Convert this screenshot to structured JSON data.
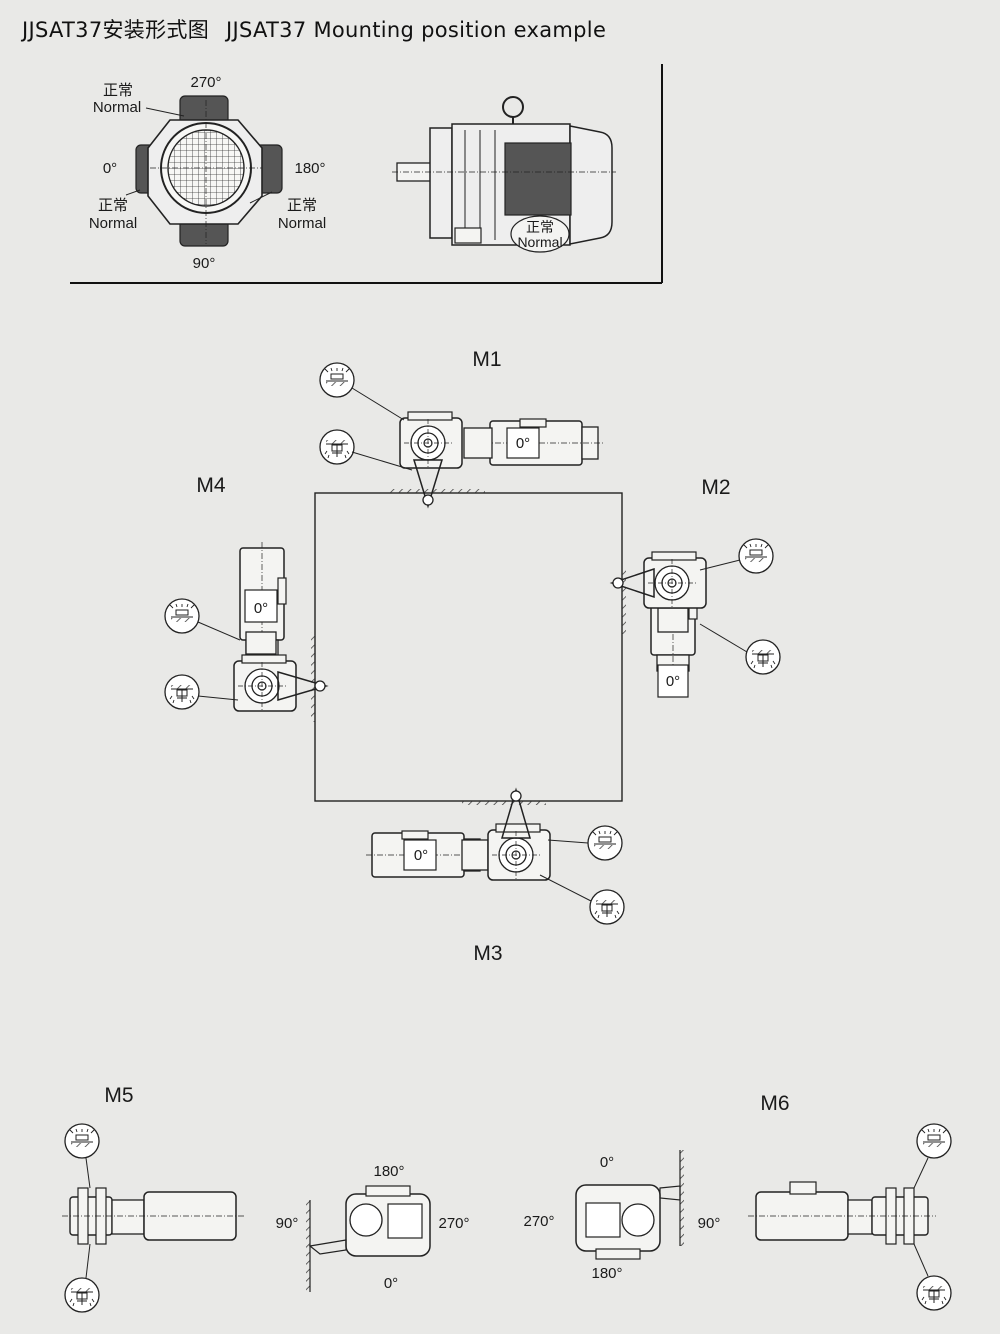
{
  "header": {
    "title_cn": "JJSAT37安装形式图",
    "title_en": "JJSAT37 Mounting position example"
  },
  "legend": {
    "top_angle": "270°",
    "left_angle": "0°",
    "right_angle": "180°",
    "bottom_angle": "90°",
    "normal_cn": "正常",
    "normal_en": "Normal"
  },
  "positions": {
    "m1": "M1",
    "m2": "M2",
    "m3": "M3",
    "m4": "M4",
    "m5": "M5",
    "m6": "M6"
  },
  "motor_label": "0°",
  "m5_view": {
    "top": "180°",
    "left": "90°",
    "right": "270°",
    "bottom": "0°"
  },
  "m6_view": {
    "top": "0°",
    "left": "270°",
    "right": "90°",
    "bottom": "180°"
  }
}
